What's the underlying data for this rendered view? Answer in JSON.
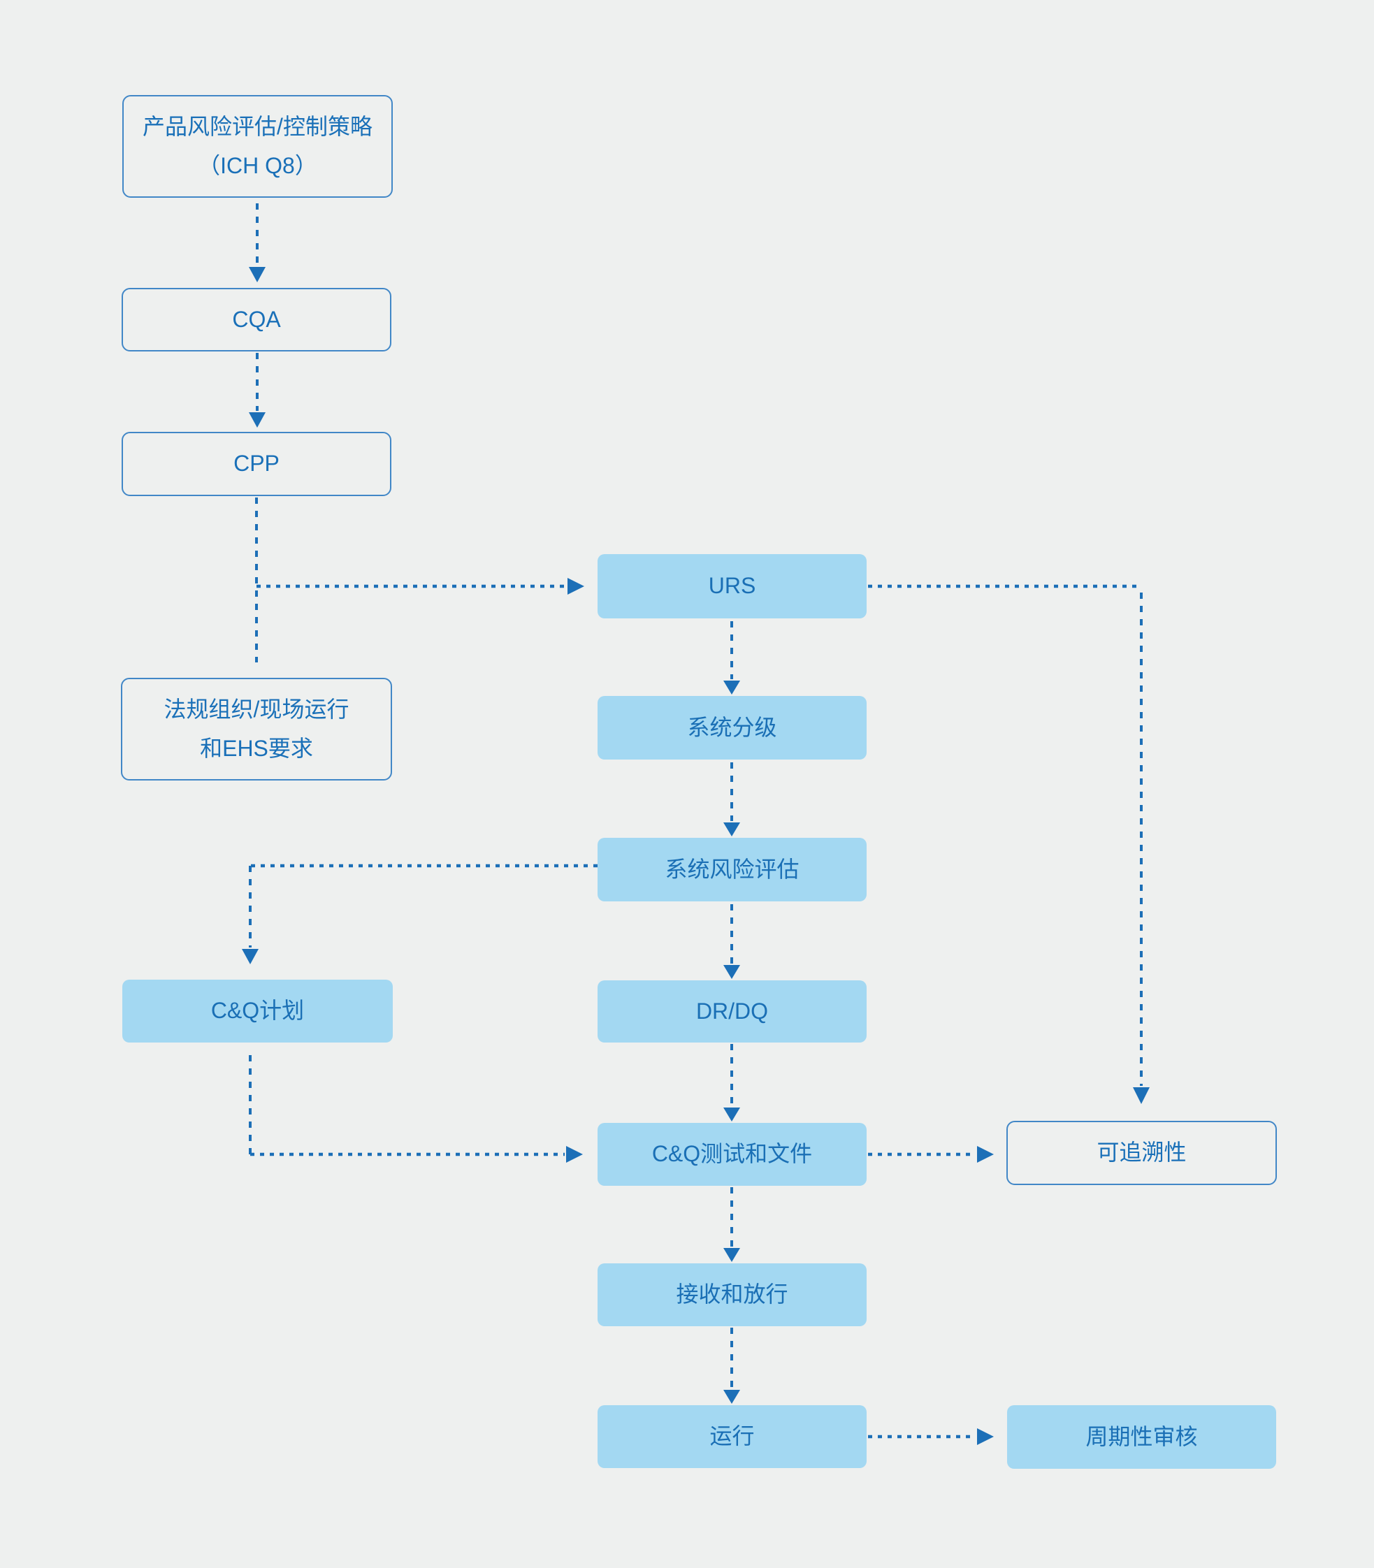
{
  "diagram": {
    "type": "flowchart",
    "language": "zh-CN",
    "colors": {
      "background": "#eef0ef",
      "node_fill": "#a3d8f2",
      "node_outline_border": "#4187c7",
      "text_blue": "#1a70b8",
      "connector_blue": "#1c6fb7"
    },
    "nodes": {
      "product_risk": {
        "line1": "产品风险评估/控制策略",
        "line2": "（ICH Q8）"
      },
      "cqa": {
        "label": "CQA"
      },
      "cpp": {
        "label": "CPP"
      },
      "regulatory": {
        "line1": "法规组织/现场运行",
        "line2": "和EHS要求"
      },
      "urs": {
        "label": "URS"
      },
      "system_classification": {
        "label": "系统分级"
      },
      "system_risk": {
        "label": "系统风险评估"
      },
      "cq_plan": {
        "label": "C&Q计划"
      },
      "dr_dq": {
        "label": "DR/DQ"
      },
      "cq_test_doc": {
        "label": "C&Q测试和文件"
      },
      "traceability": {
        "label": "可追溯性"
      },
      "acceptance_release": {
        "label": "接收和放行"
      },
      "operation": {
        "label": "运行"
      },
      "periodic_review": {
        "label": "周期性审核"
      }
    }
  }
}
